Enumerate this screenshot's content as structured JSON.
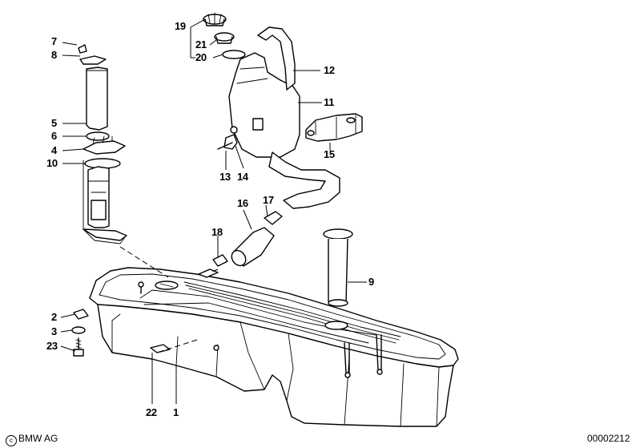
{
  "diagram": {
    "callouts": {
      "c1": "1",
      "c2": "2",
      "c3": "3",
      "c4": "4",
      "c5": "5",
      "c6": "6",
      "c7": "7",
      "c8": "8",
      "c9": "9",
      "c10": "10",
      "c11": "11",
      "c12": "12",
      "c13": "13",
      "c14": "14",
      "c15": "15",
      "c16": "16",
      "c17": "17",
      "c18": "18",
      "c19": "19",
      "c20": "20",
      "c21": "21",
      "c22": "22",
      "c23": "23"
    }
  },
  "footer": {
    "copyright_symbol": "c",
    "brand": "BMW AG",
    "diagram_number": "00002212"
  }
}
